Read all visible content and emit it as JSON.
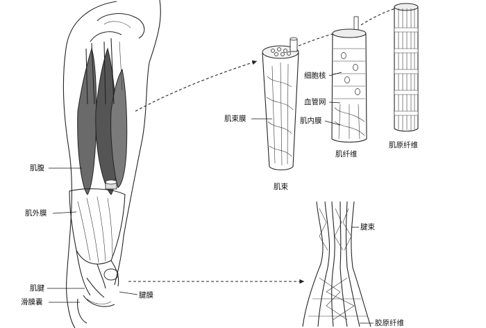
{
  "labels": {
    "muscle_belly": "肌腹",
    "epimysium": "肌外膜",
    "tendon": "肌腱",
    "synovial_bursa": "滑膜囊",
    "tendon_sheath": "腱膜",
    "perimysium": "肌束膜",
    "nucleus": "细胞核",
    "capillary_network": "血管网",
    "endomysium": "肌内膜",
    "fascicle": "肌束",
    "muscle_fiber": "肌纤维",
    "myofibril": "肌原纤维",
    "tendon_bundle": "腱束",
    "collagen_fiber": "胶原纤维"
  }
}
